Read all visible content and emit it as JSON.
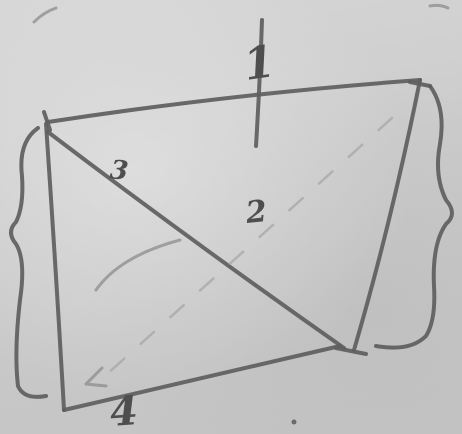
{
  "figure": {
    "labels": {
      "top": "1",
      "diagonal": "3",
      "center": "2",
      "bottom": "4"
    },
    "colors": {
      "paper": "#cfcfcf",
      "pencil": "#5e5e5e"
    }
  }
}
